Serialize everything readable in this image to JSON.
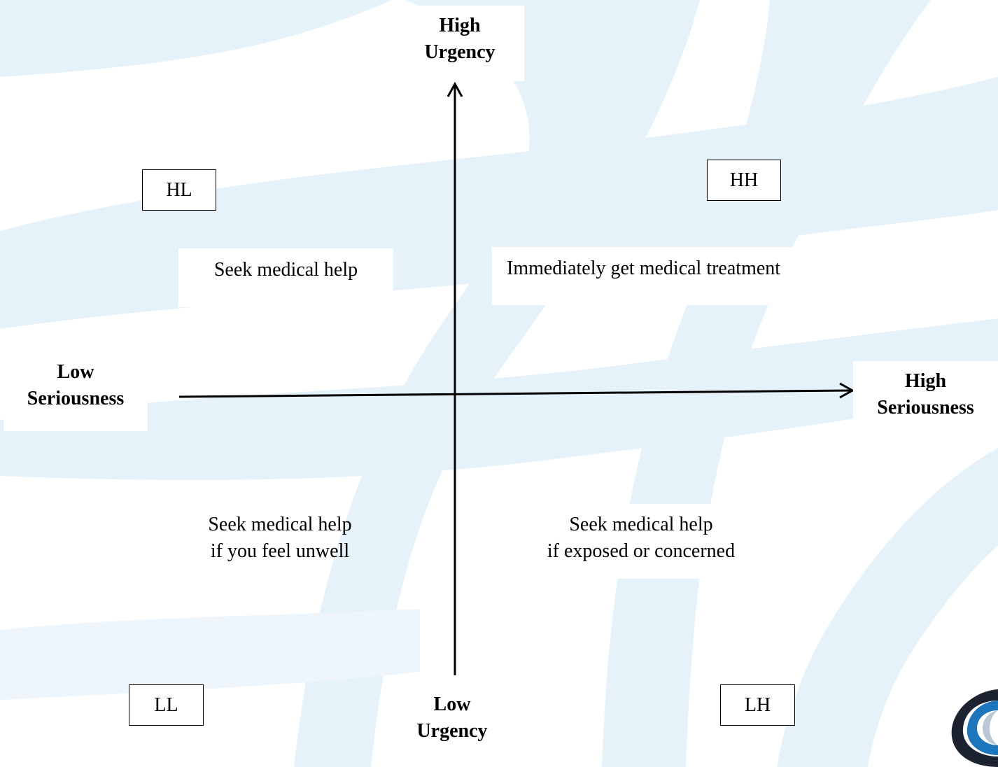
{
  "axes": {
    "y_top": [
      "High",
      "Urgency"
    ],
    "y_bottom": [
      "Low",
      "Urgency"
    ],
    "x_left": [
      "Low",
      "Seriousness"
    ],
    "x_right": [
      "High",
      "Seriousness"
    ]
  },
  "quadrants": {
    "HL": {
      "code": "HL",
      "advice": [
        "Seek medical help"
      ]
    },
    "HH": {
      "code": "HH",
      "advice": [
        "Immediately get medical treatment"
      ]
    },
    "LL": {
      "code": "LL",
      "advice": [
        "Seek medical help",
        "if you feel unwell"
      ]
    },
    "LH": {
      "code": "LH",
      "advice": [
        "Seek medical help",
        "if exposed or concerned"
      ]
    }
  },
  "colors": {
    "background_swoosh": "#e6f2fa",
    "axis": "#000000",
    "logo_blue": "#1d76bb",
    "logo_dark": "#1c2230"
  }
}
